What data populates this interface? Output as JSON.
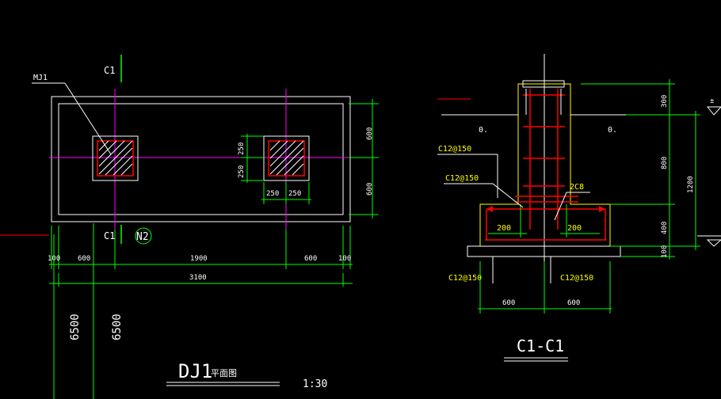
{
  "colors": {
    "background": "#000000",
    "outline": "#ffffff",
    "dimension": "#00ff00",
    "axis": "#ff00ff",
    "rebar": "#ff0000",
    "concrete": "#ffff00",
    "hatch": "#ffffff",
    "text_white": "#ffffff",
    "text_yellow": "#ffff00"
  },
  "plan": {
    "section_mark_top": "C1",
    "section_mark_bottom": "C1",
    "embed_label": "MJ1",
    "note_circle": "N2",
    "dims_bottom": [
      "100",
      "600",
      "1900",
      "600",
      "100"
    ],
    "dim_total": "3100",
    "dims_right": [
      "600",
      "600"
    ],
    "dims_pedestal_v": [
      "250",
      "250"
    ],
    "dims_pedestal_h": [
      "250",
      "250"
    ],
    "left_vertical_dims": [
      "6500",
      "6500"
    ],
    "title_latin": "DJ1",
    "title_cjk": "平面图",
    "scale": "1:30"
  },
  "section": {
    "ground_mark_left": "0.",
    "ground_mark_right": "0.",
    "rebar_labels": [
      "C12@150",
      "C12@150",
      "2C8",
      "200",
      "200",
      "C12@150",
      "C12@150"
    ],
    "dims_right": [
      "300",
      "800",
      "400",
      "100"
    ],
    "dim_total_height": "1200",
    "dims_bottom": [
      "600",
      "600"
    ],
    "elev_mark": "±",
    "title": "C1-C1"
  }
}
